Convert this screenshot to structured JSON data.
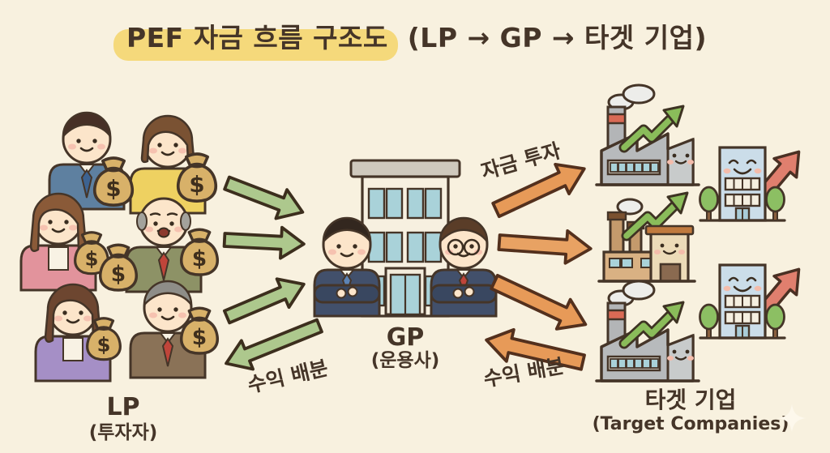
{
  "title": {
    "highlighted": "PEF 자금 흐름 구조도",
    "suffix": "(LP → GP → 타겟 기업)"
  },
  "nodes": {
    "lp": {
      "label": "LP",
      "sublabel": "(투자자)",
      "icon": "investor-crowd-with-money-bags",
      "money_symbol": "$",
      "people_count": 6,
      "money_bag_count": 7
    },
    "gp": {
      "label": "GP",
      "sublabel": "(운용사)",
      "icon": "office-building-with-two-managers"
    },
    "target": {
      "label": "타겟 기업",
      "sublabel": "(Target Companies)",
      "icon": "factories-and-buildings-with-growth-arrows",
      "factory_count": 3,
      "building_count": 2
    }
  },
  "flows": {
    "invest": "자금 투자",
    "lp_return": "수익 배분",
    "target_return": "수익 배분"
  },
  "colors": {
    "background": "#f8f1df",
    "title_highlight": "#f5d97b",
    "text": "#453528",
    "green_arrow": "#adc88d",
    "orange_arrow": "#e79a58",
    "growth_green": "#8abc5a",
    "growth_red": "#e07f6e",
    "money_bag": "#d8b169",
    "window_teal": "#a9d2d9"
  }
}
